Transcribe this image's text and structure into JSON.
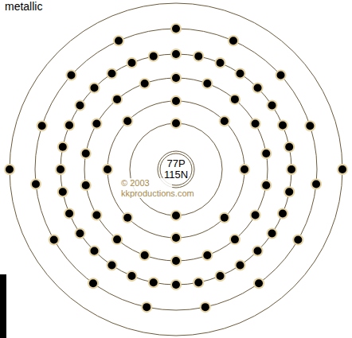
{
  "diagram": {
    "nodes": [
      {
        "text": [
          "77P",
          "115N"
        ]
      }
    ],
    "labels": [
      "metallic",
      "© 2003 kkproductions.com"
    ]
  }
}
